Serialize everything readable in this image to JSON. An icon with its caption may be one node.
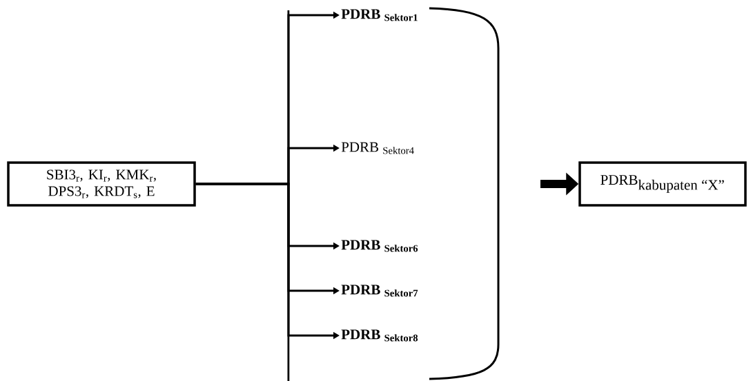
{
  "diagram": {
    "nodes": [
      {
        "text": [
          "SBI3$_{r}$, KI$_{r}$, KMK$_{r}$, DPS3$_{r}$, KRDT$_{s}$, E"
        ]
      },
      {
        "text": [
          "PDRB $_{Sektor1}$"
        ]
      },
      {
        "text": [
          "PDRB $_{Sektor4}$"
        ]
      },
      {
        "text": [
          "PDRB $_{Sektor6}$"
        ]
      },
      {
        "text": [
          "PDRB $_{Sektor7}$"
        ]
      },
      {
        "text": [
          "PDRB $_{Sektor8}$"
        ]
      },
      {
        "text": [
          "\\textrm{PDRB}_{\\textrm{kabupaten “X”}}"
        ]
      }
    ],
    "edges": [
      {
        "from": 0,
        "to": 1,
        "arrow": "to"
      },
      {
        "from": 0,
        "to": 2,
        "arrow": "to"
      },
      {
        "from": 0,
        "to": 3,
        "arrow": "to"
      },
      {
        "from": 0,
        "to": 4,
        "arrow": "to"
      },
      {
        "from": 0,
        "to": 5,
        "arrow": "to"
      },
      {
        "from": null,
        "to": 6,
        "arrow": "to",
        "style": "thick"
      }
    ]
  }
}
